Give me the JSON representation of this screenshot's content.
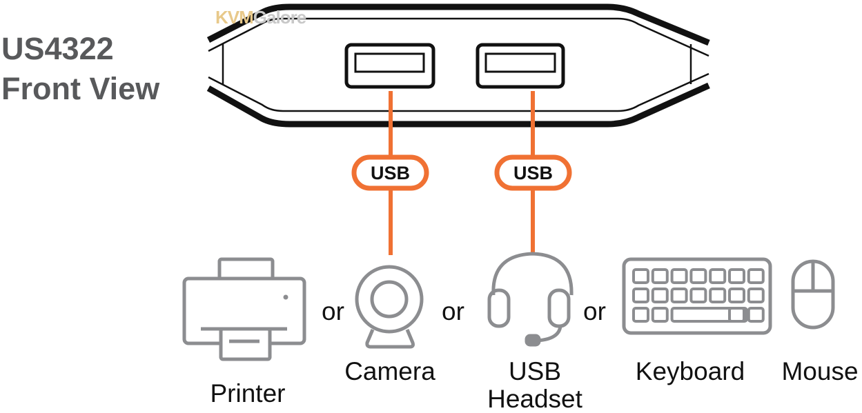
{
  "title": {
    "line1": "US4322",
    "line2": "Front View"
  },
  "watermark": {
    "part1": "KVM",
    "part2": "Galore"
  },
  "ports": [
    {
      "name": "usb-port-1",
      "badge": "USB"
    },
    {
      "name": "usb-port-2",
      "badge": "USB"
    }
  ],
  "devices": [
    {
      "id": "printer",
      "icon": "printer-icon",
      "label": "Printer"
    },
    {
      "id": "camera",
      "icon": "camera-icon",
      "label": "Camera"
    },
    {
      "id": "headset",
      "icon": "headset-icon",
      "label_line1": "USB",
      "label_line2": "Headset"
    },
    {
      "id": "keyboard",
      "icon": "keyboard-icon",
      "label": "Keyboard"
    },
    {
      "id": "mouse",
      "icon": "mouse-icon",
      "label": "Mouse"
    }
  ],
  "separators": [
    "or",
    "or",
    "or"
  ],
  "colors": {
    "accent": "#f07133",
    "icon_gray": "#8c8d90",
    "title_gray": "#58595b",
    "outline": "#111111"
  }
}
